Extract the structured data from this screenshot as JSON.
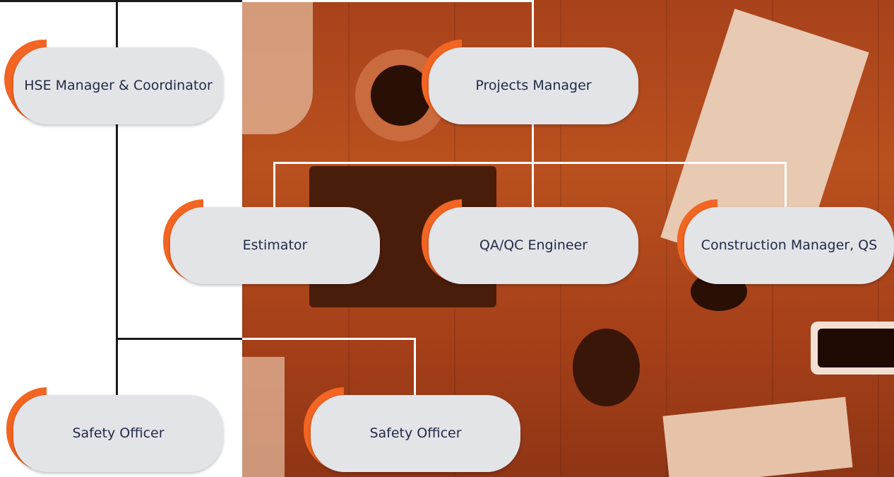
{
  "colors": {
    "accent": "#f26522",
    "pill": "#e3e4e8",
    "text": "#1f2a44",
    "line_dark": "#1a1a1a",
    "line_light": "#ffffff"
  },
  "roles": {
    "hse_manager": "HSE Manager & Coordinator",
    "projects_manager": "Projects Manager",
    "estimator": "Estimator",
    "qaqc_engineer": "QA/QC Engineer",
    "construction_manager": "Construction Manager, QS",
    "safety_officer_1": "Safety Officer",
    "safety_officer_2": "Safety Officer"
  },
  "connections": [
    {
      "from": "projects_manager",
      "to": "estimator"
    },
    {
      "from": "projects_manager",
      "to": "qaqc_engineer"
    },
    {
      "from": "projects_manager",
      "to": "construction_manager"
    },
    {
      "from": "hse_manager",
      "to": "safety_officer_1"
    },
    {
      "from": "hse_manager",
      "to": "safety_officer_2"
    }
  ]
}
